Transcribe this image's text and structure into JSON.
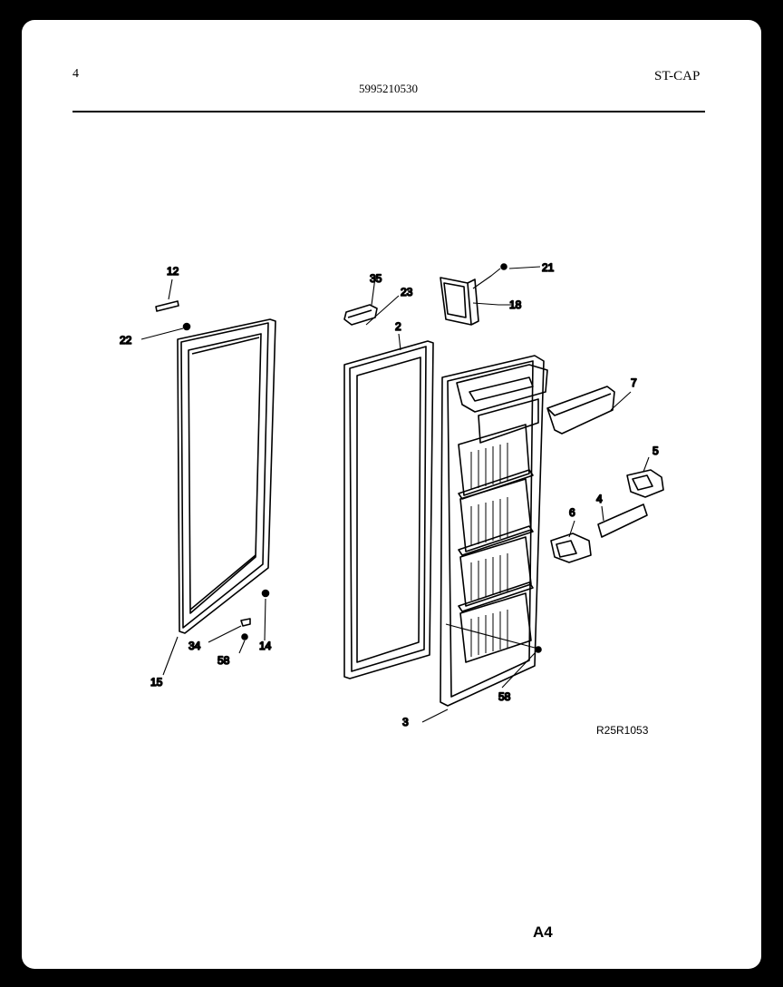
{
  "header": {
    "page_number": "4",
    "document_number": "5995210530",
    "section_code": "ST-CAP"
  },
  "callouts": {
    "p12": "12",
    "p22": "22",
    "p15": "15",
    "p34": "34",
    "p58a": "58",
    "p14": "14",
    "p35": "35",
    "p23": "23",
    "p2": "2",
    "p21": "21",
    "p18": "18",
    "p7": "7",
    "p5": "5",
    "p4": "4",
    "p6": "6",
    "p3": "3",
    "p58b": "58"
  },
  "footer": {
    "reference_code": "R25R1053",
    "page_label": "A4"
  }
}
